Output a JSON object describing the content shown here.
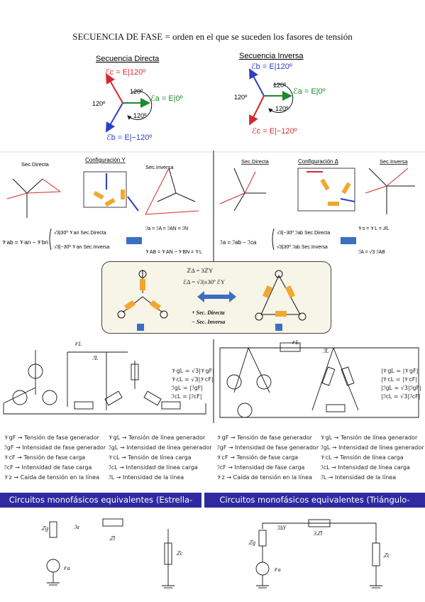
{
  "header": {
    "title": "SECUENCIA DE FASE = orden en el que se suceden los fasores de tensión"
  },
  "direct": {
    "title": "Secuencia Directa",
    "ec": "ℰc = E|120º",
    "ea": "ℰa = E|0º",
    "eb": "ℰb = E|−120º",
    "angles": [
      "120º",
      "120º",
      "120º"
    ]
  },
  "inverse": {
    "title": "Secuencia Inversa",
    "eb": "ℰb = E|120º",
    "ea": "ℰa = E|0º",
    "ec": "ℰc = E|−120º",
    "angles": [
      "120º",
      "120º",
      "120º"
    ]
  },
  "config_y": {
    "title": "Configuración Y",
    "sec_directa": "Sec.Directa",
    "sec_inversa": "Sec.Inversa",
    "formula": "𝒱ab = 𝒱an − 𝒱bn",
    "brace_1": "√3|30º 𝒱an   Sec.Directa",
    "brace_2": "√3|−30º 𝒱an   Sec.Inversa",
    "result_1": "ℐa = ℐA = ℐAN = ℐN",
    "result_2": "𝒱AB = 𝒱AN − 𝒱BN = 𝒱L"
  },
  "config_d": {
    "title": "Configuración Δ",
    "sec_directa": "Sec.Directa",
    "sec_inversa": "Sec.Inversa",
    "formula": "ℐa = ℐab − ℐca",
    "brace_1": "√3|−30º ℐab   Sec.Directa",
    "brace_2": "√3|30º ℐab   Sec.Inversa",
    "result_1": "𝒱s = 𝒱L = ℐL",
    "result_2": "ℐA = √3 ℐAB"
  },
  "conversion": {
    "eq1": "ℤΔ = 3ℤY",
    "eq2": "ℰΔ = √3|±30º ℰY",
    "directa": "+ Sec. Directa",
    "inversa": "− Sec. Inversa"
  },
  "circuit_y": {
    "vl": "𝒱L",
    "il": "ℐL",
    "eq": [
      "𝒱gL = √3|𝒱gF|",
      "𝒱cL = √3|𝒱cF|",
      "ℐgL = |ℐgF|",
      "ℐcL = |ℐcF|"
    ]
  },
  "circuit_d": {
    "vl": "𝒱L",
    "il": "ℐL",
    "eq": [
      "|𝒱gL = |𝒱gF|",
      "|𝒱cL = |𝒱cF|",
      "|ℐgL = √3|ℐgF|",
      "|ℐcL = √3|ℐcF|"
    ]
  },
  "legend_left": [
    "𝒱gF → Tensión de fase generador",
    "ℐgF → Intensidad de fase generador",
    "𝒱cF → Tensión de fase carga",
    "ℐcF → Intensidad de fase carga",
    "𝒱z → Caída de tensión en la línea",
    "𝒱gL → Tensión de línea generador",
    "ℐgL → Intensidad de línea generador",
    "𝒱cL → Tensión de línea carga",
    "ℐcL → Intensidad de línea carga",
    "ℐL → Intensidad de la línea"
  ],
  "legend_right": [
    "𝒱gF → Tensión de fase generador",
    "ℐgF → Intensidad de fase generador",
    "𝒱cF → Tensión de fase carga",
    "ℐcF → Intensidad de fase carga",
    "𝒱z → Caída de tensión en la línea",
    "𝒱gL → Tensión de línea generador",
    "ℐgL → Intensidad de línea generador",
    "𝒱cL → Tensión de línea carga",
    "ℐcL → Intensidad de línea carga",
    "ℐL → Intensidad de la línea"
  ],
  "banners": {
    "left": "Circuitos monofásicos equivalentes (Estrella-Estrella)",
    "right": "Circuitos monofásicos equivalentes (Triángulo-Triángulo)"
  },
  "mono_y": {
    "zg": "ℤg",
    "ia": "ℐa",
    "zl": "ℤl",
    "zc": "ℤc",
    "va": "𝒱a"
  },
  "mono_d": {
    "zg": "ℤg",
    "ia": "ℐΔY",
    "zl": "3ℤl",
    "zc": "ℤc",
    "va": "𝒱a"
  },
  "colors": {
    "red": "#d42a2a",
    "blue": "#2b3fc4",
    "green": "#1e8a2a",
    "orange": "#f0a830",
    "banner": "#2f2aa0",
    "panel": "#f7f5e8"
  }
}
